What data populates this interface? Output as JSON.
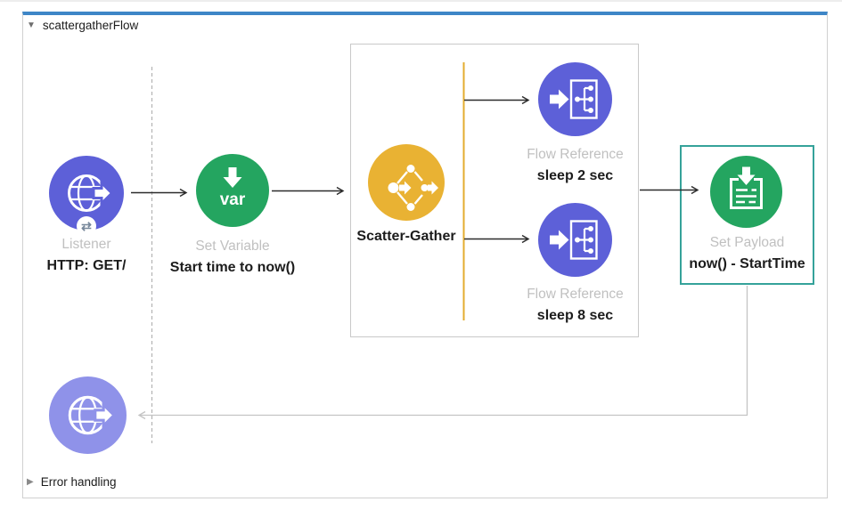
{
  "flow": {
    "title": "scattergatherFlow",
    "collapse_icon": "▼",
    "error_handling": {
      "label": "Error handling",
      "expand_icon": "▶"
    }
  },
  "nodes": {
    "listener": {
      "type_label": "Listener",
      "caption": "HTTP: GET/",
      "badge_icon": "⇄"
    },
    "set_variable": {
      "type_label": "Set Variable",
      "caption": "Start time to now()",
      "icon_label": "var"
    },
    "scatter_gather": {
      "caption": "Scatter-Gather"
    },
    "flow_reference_1": {
      "type_label": "Flow Reference",
      "caption": "sleep 2 sec"
    },
    "flow_reference_2": {
      "type_label": "Flow Reference",
      "caption": "sleep 8 sec"
    },
    "set_payload": {
      "type_label": "Set Payload",
      "caption": "now() - StartTime"
    }
  },
  "colors": {
    "node-purple": "#5d60d8",
    "node-purple-light": "#8f92e9",
    "node-green": "#24a560",
    "node-yellow": "#e9b233",
    "selection-teal": "#35a29a",
    "flow-top-border": "#3e86c7",
    "flow-border": "#d0d0d0",
    "route-border": "#c9c9c9",
    "rail-yellow": "#e3ac2f",
    "connector-black": "#2b2b2b",
    "connector-gray": "#c4c4c4",
    "dashed-gray": "#b3b3b3",
    "label-gray": "#c0c0c0",
    "label-black": "#1c1c1c"
  }
}
